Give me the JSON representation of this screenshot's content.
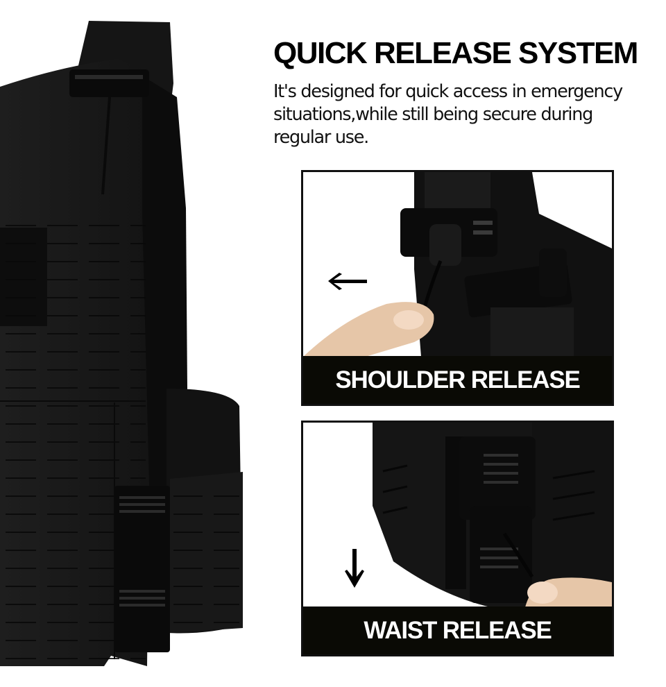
{
  "header": {
    "title": "QUICK RELEASE SYSTEM",
    "description": "It's designed for quick access in emergency situations,while still being secure during regular use."
  },
  "panels": [
    {
      "id": "shoulder",
      "label": "SHOULDER RELEASE",
      "arrow": "left-arrow-icon",
      "arrow_direction": "left"
    },
    {
      "id": "waist",
      "label": "WAIST RELEASE",
      "arrow": "down-arrow-icon",
      "arrow_direction": "down"
    }
  ],
  "colors": {
    "background": "#ffffff",
    "text": "#000000",
    "label_band": "#0a0a05",
    "label_text": "#ffffff",
    "panel_border": "#111111",
    "vest_fabric": "#1c1c1c"
  }
}
